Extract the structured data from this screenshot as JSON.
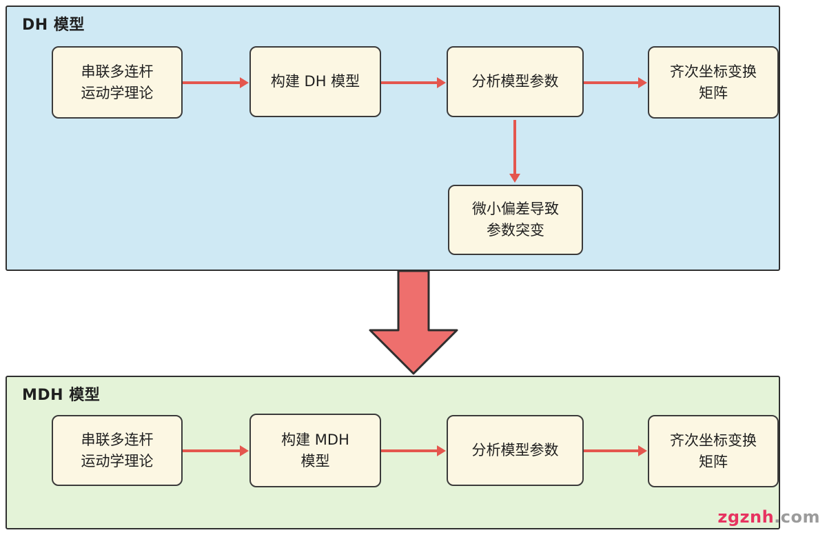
{
  "colors": {
    "page_bg": "#ffffff",
    "panel_dh_bg": "#cfe9f4",
    "panel_mdh_bg": "#e4f3d8",
    "panel_border": "#2e2e2e",
    "box_bg": "#fcf7e3",
    "box_border": "#3a3a3a",
    "arrow": "#e4564e",
    "big_arrow_fill": "#ee6f6d",
    "big_arrow_stroke": "#2e2e2e",
    "text": "#1f1f1f",
    "watermark_main": "#e73360",
    "watermark_suffix": "#9b9b9b"
  },
  "dh_panel": {
    "title": "DH 模型",
    "boxes": {
      "theory": {
        "line1": "串联多连杆",
        "line2": "运动学理论"
      },
      "build": {
        "line1": "构建 DH 模型",
        "line2": ""
      },
      "analyze": {
        "line1": "分析模型参数",
        "line2": ""
      },
      "matrix": {
        "line1": "齐次坐标变换",
        "line2": "矩阵"
      },
      "deviation": {
        "line1": "微小偏差导致",
        "line2": "参数突变"
      }
    }
  },
  "mdh_panel": {
    "title": "MDH 模型",
    "boxes": {
      "theory": {
        "line1": "串联多连杆",
        "line2": "运动学理论"
      },
      "build": {
        "line1": "构建 MDH",
        "line2": "模型"
      },
      "analyze": {
        "line1": "分析模型参数",
        "line2": ""
      },
      "matrix": {
        "line1": "齐次坐标变换",
        "line2": "矩阵"
      }
    }
  },
  "watermark": {
    "main": "zgznh",
    "suffix": ".com"
  }
}
